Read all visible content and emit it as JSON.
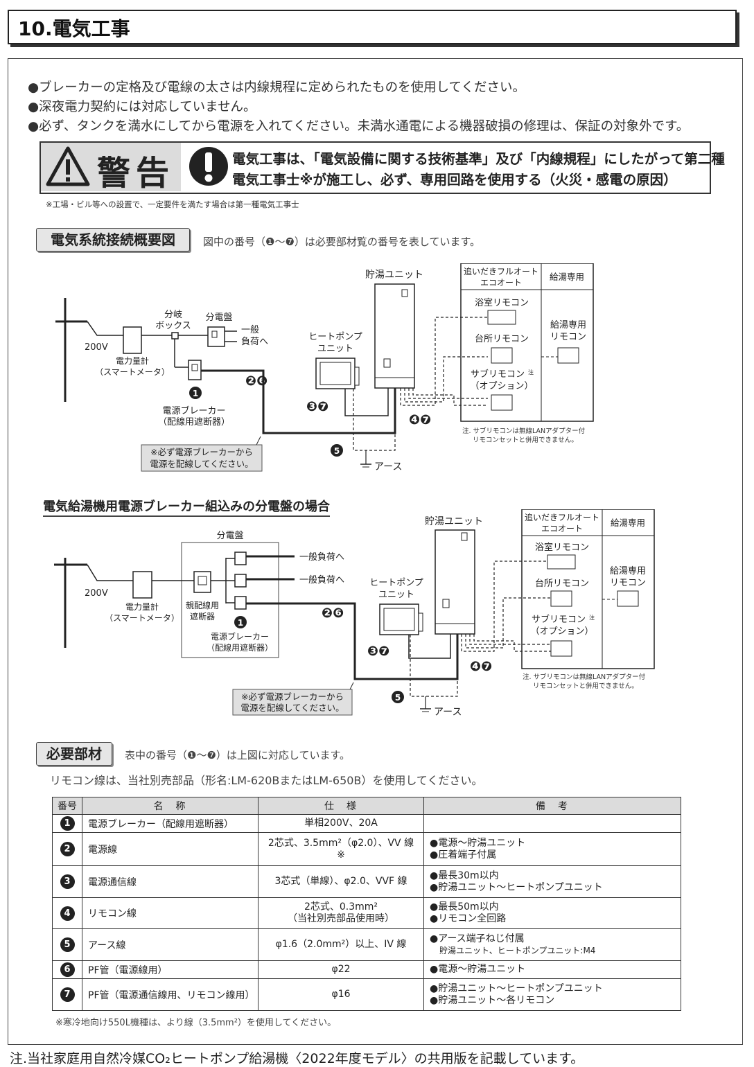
{
  "title": "10.電気工事",
  "notes": [
    "●ブレーカーの定格及び電線の太さは内線規程に定められたものを使用してください。",
    "●深夜電力契約には対応していません。",
    "●必ず、タンクを満水にしてから電源を入れてください。未満水通電による機器破損の修理は、保証の対象外です。"
  ],
  "warning": {
    "label": "警告",
    "line1": "電気工事は、「電気設備に関する技術基準」及び「内線規程」にしたがって第二種",
    "line2": "電気工事士※が施工し、必ず、専用回路を使用する（火災・感電の原因）",
    "footnote": "※工場・ビル等への設置で、一定要件を満たす場合は第一種電気工事士"
  },
  "section1": {
    "label": "電気系統接続概要図",
    "desc": "図中の番号（❶〜❼）は必要部材覧の番号を表しています。"
  },
  "diagram1": {
    "storage_unit": "貯湯ユニット",
    "heat_pump_l1": "ヒートポンプ",
    "heat_pump_l2": "ユニット",
    "branch_l1": "分岐",
    "branch_l2": "ボックス",
    "panel": "分電盤",
    "general_load_l1": "一般",
    "general_load_l2": "負荷へ",
    "voltage": "200V",
    "meter_l1": "電力量計",
    "meter_l2": "（スマートメータ）",
    "breaker_l1": "電源ブレーカー",
    "breaker_l2": "（配線用遮断器）",
    "warn_l1": "※必ず電源ブレーカーから",
    "warn_l2": "電源を配線してください。",
    "earth": "アース",
    "col_auto_l1": "追いだきフルオート",
    "col_auto_l2": "エコオート",
    "col_supply": "給湯専用",
    "bath_remote": "浴室リモコン",
    "kitchen_remote": "台所リモコン",
    "sub_remote_l1": "サブリモコン",
    "sub_remote_note_mark": "注",
    "sub_remote_l2": "（オプション）",
    "supply_remote_l1": "給湯専用",
    "supply_remote_l2": "リモコン",
    "note_l1": "注. サブリモコンは無線LANアダプター付",
    "note_l2": "リモコンセットと併用できません。",
    "badge_26": "❷❻",
    "badge_37": "❸❼",
    "badge_47": "❹❼",
    "badge_5": "❺",
    "badge_1": "❶"
  },
  "section2": {
    "heading": "電気給湯機用電源ブレーカー組込みの分電盤の場合"
  },
  "diagram2": {
    "panel": "分電盤",
    "general_load_1": "一般負荷へ",
    "general_load_2": "一般負荷へ",
    "main_breaker_l1": "親配線用",
    "main_breaker_l2": "遮断器"
  },
  "section3": {
    "label": "必要部材",
    "desc": "表中の番号（❶〜❼）は上図に対応しています。",
    "remote_note": "リモコン線は、当社別売部品（形名:LM-620BまたはLM-650B）を使用してください。"
  },
  "table": {
    "headers": [
      "番号",
      "名　称",
      "仕　様",
      "備　考"
    ],
    "rows": [
      {
        "num": "1",
        "name": "電源ブレーカー（配線用遮断器）",
        "spec": [
          "単相200V、20A"
        ],
        "remarks": []
      },
      {
        "num": "2",
        "name": "電源線",
        "spec": [
          "2芯式、3.5mm²（φ2.0）、VV 線",
          "※"
        ],
        "remarks": [
          "●電源〜貯湯ユニット",
          "●圧着端子付属"
        ]
      },
      {
        "num": "3",
        "name": "電源通信線",
        "spec": [
          "3芯式（単線）、φ2.0、VVF 線"
        ],
        "remarks": [
          "●最長30m以内",
          "●貯湯ユニット〜ヒートポンプユニット"
        ]
      },
      {
        "num": "4",
        "name": "リモコン線",
        "spec": [
          "2芯式、0.3mm²",
          "（当社別売部品使用時）"
        ],
        "remarks": [
          "●最長50m以内",
          "●リモコン全回路"
        ]
      },
      {
        "num": "5",
        "name": "アース線",
        "spec": [
          "φ1.6（2.0mm²）以上、IV 線"
        ],
        "remarks": [
          "●アース端子ねじ付属",
          "貯湯ユニット、ヒートポンプユニット:M4"
        ]
      },
      {
        "num": "6",
        "name": "PF管（電源線用）",
        "spec": [
          "φ22"
        ],
        "remarks": [
          "●電源〜貯湯ユニット"
        ]
      },
      {
        "num": "7",
        "name": "PF管（電源通信線用、リモコン線用）",
        "spec": [
          "φ16"
        ],
        "remarks": [
          "●貯湯ユニット〜ヒートポンプユニット",
          "●貯湯ユニット〜各リモコン"
        ]
      }
    ],
    "footnote": "※寒冷地向け550L機種は、より線（3.5mm²）を使用してください。"
  },
  "bottom_note": "注.当社家庭用自然冷媒CO₂ヒートポンプ給湯機〈2022年度モデル〉の共用版を記載しています。"
}
